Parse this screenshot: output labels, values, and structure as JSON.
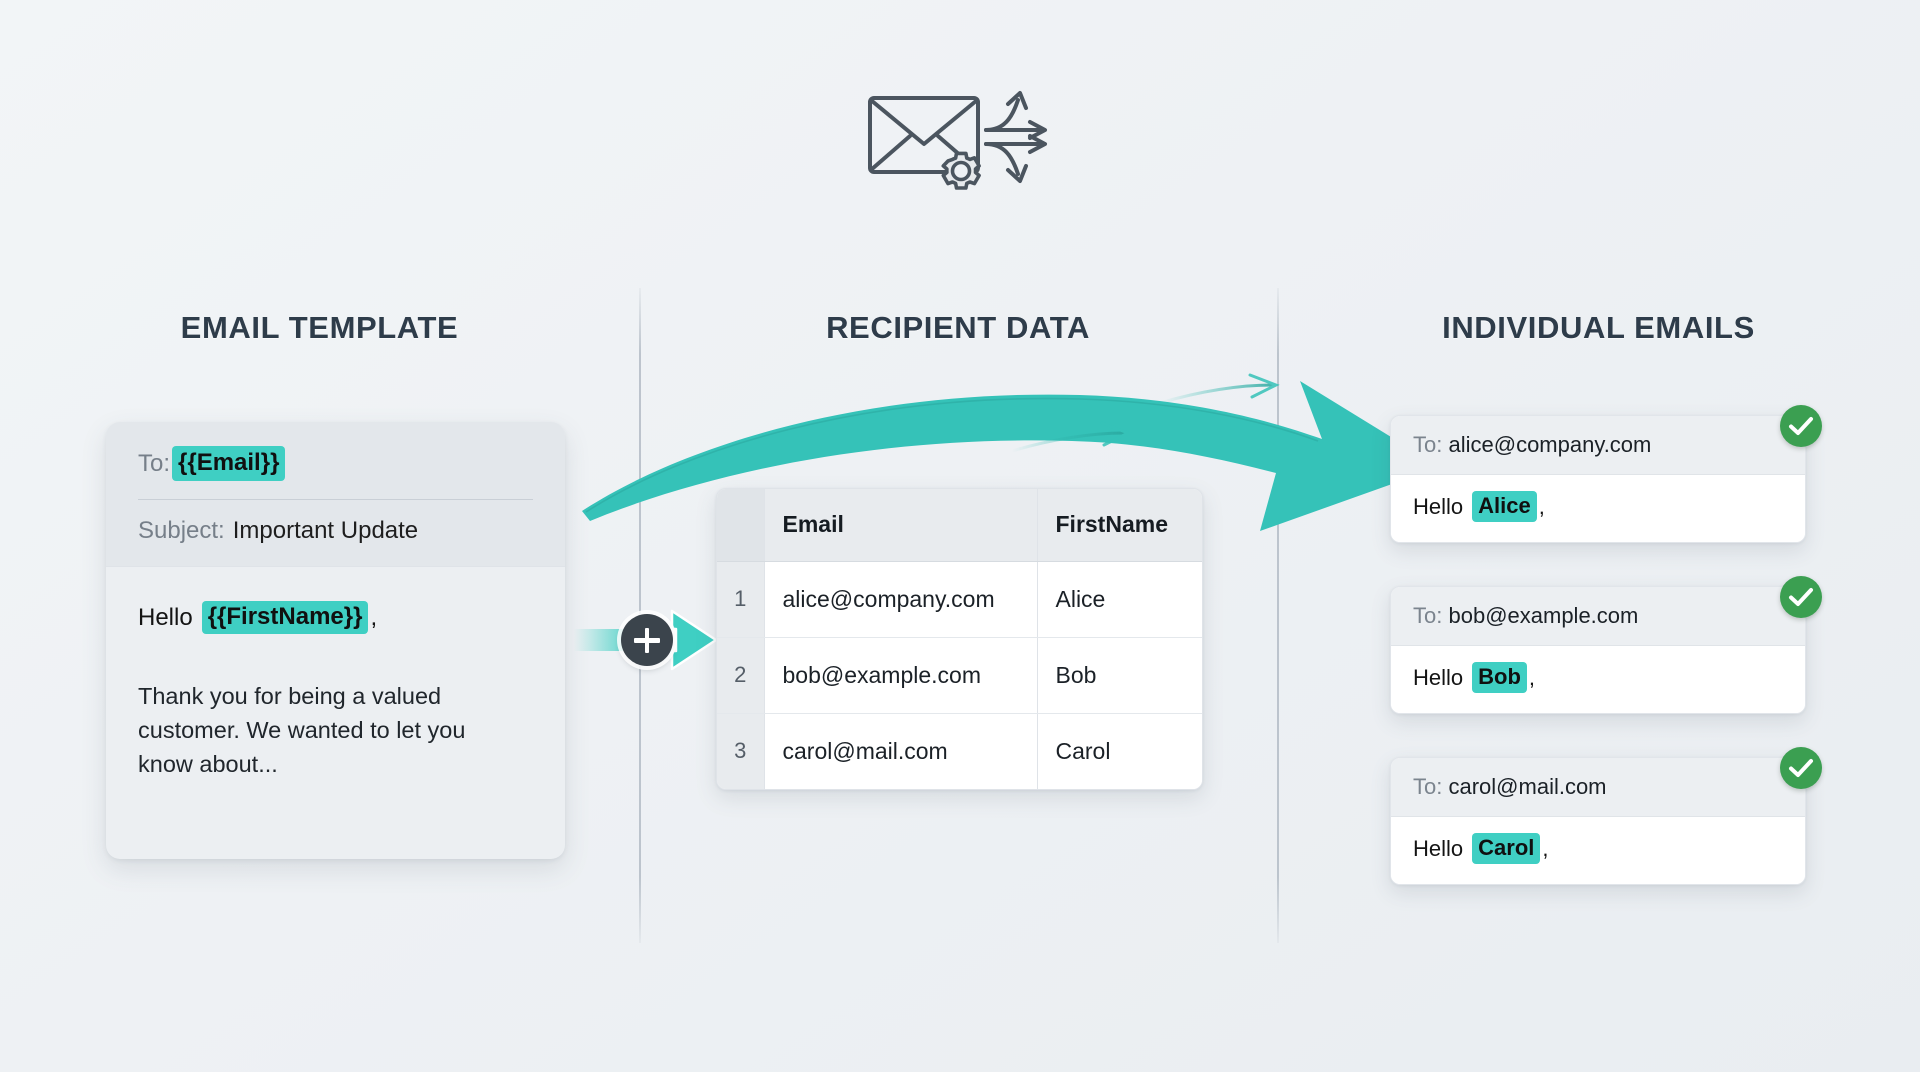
{
  "hero": {
    "icon": "envelope-gear-distribute-icon"
  },
  "colors": {
    "accent_teal": "#3fcfc3",
    "arrow_teal": "#35c2b8",
    "success_green": "#3b9f51",
    "heading_navy": "#2e3c4a",
    "background": "#eef1f4"
  },
  "columns": [
    {
      "title": "EMAIL TEMPLATE"
    },
    {
      "title": "RECIPIENT DATA"
    },
    {
      "title": "INDIVIDUAL EMAILS"
    }
  ],
  "template": {
    "to_label": "To:",
    "to_token": "{{Email}}",
    "subject_label": "Subject:",
    "subject_value": "Important Update",
    "greeting_prefix": "Hello",
    "greeting_token": "{{FirstName}}",
    "greeting_suffix": ",",
    "paragraph": "Thank you for being a valued customer. We wanted to let you know about..."
  },
  "merge": {
    "plus_icon": "plus-icon"
  },
  "recipients": {
    "columns": [
      "",
      "Email",
      "FirstName"
    ],
    "rows": [
      {
        "index": "1",
        "email": "alice@company.com",
        "first_name": "Alice"
      },
      {
        "index": "2",
        "email": "bob@example.com",
        "first_name": "Bob"
      },
      {
        "index": "3",
        "email": "carol@mail.com",
        "first_name": "Carol"
      }
    ]
  },
  "emails": [
    {
      "to_label": "To:",
      "to_value": "alice@company.com",
      "greeting_prefix": "Hello",
      "greeting_name": "Alice",
      "greeting_suffix": ",",
      "status_icon": "check-circle-icon"
    },
    {
      "to_label": "To:",
      "to_value": "bob@example.com",
      "greeting_prefix": "Hello",
      "greeting_name": "Bob",
      "greeting_suffix": ",",
      "status_icon": "check-circle-icon"
    },
    {
      "to_label": "To:",
      "to_value": "carol@mail.com",
      "greeting_prefix": "Hello",
      "greeting_name": "Carol",
      "greeting_suffix": ",",
      "status_icon": "check-circle-icon"
    }
  ]
}
